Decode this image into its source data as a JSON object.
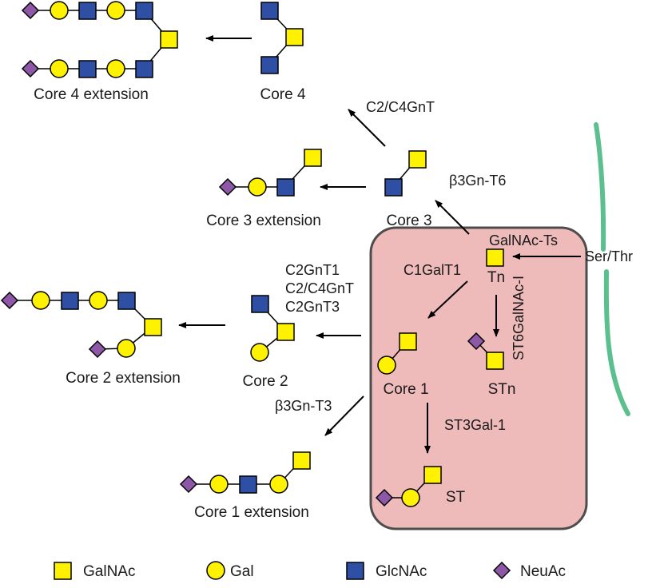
{
  "structures": {
    "core4_ext": "Core 4 extension",
    "core4": "Core 4",
    "core3_ext": "Core 3 extension",
    "core3": "Core 3",
    "core2_ext": "Core 2 extension",
    "core2": "Core 2",
    "core1": "Core 1",
    "core1_ext": "Core 1 extension",
    "tn": "Tn",
    "stn": "STn",
    "st": "ST"
  },
  "enzymes": {
    "c2c4gnt_top": "C2/C4GnT",
    "b3gnt6": "β3Gn-T6",
    "galnacts": "GalNAc-Ts",
    "c1galt1": "C1GalT1",
    "c2gnt1": "C2GnT1",
    "c2c4gnt_mid": "C2/C4GnT",
    "c2gnt3": "C2GnT3",
    "st6galnaci": "ST6GalNAc-I",
    "b3gnt3": "β3Gn-T3",
    "st3gal1": "ST3Gal-1"
  },
  "substrate": "Ser/Thr",
  "legend": {
    "galnac": "GalNAc",
    "gal": "Gal",
    "glcnac": "GlcNAc",
    "neuac": "NeuAc"
  },
  "colors": {
    "galnac": "#FFF200",
    "gal": "#FFF200",
    "glcnac": "#2E4FA3",
    "neuac": "#8E57A8",
    "golgi_fill": "#EFBABA",
    "golgi_stroke": "#4D4D4D",
    "membrane": "#5BC08E"
  },
  "icons": {
    "galnac": "yellow-square",
    "gal": "yellow-circle",
    "glcnac": "blue-square",
    "neuac": "purple-diamond"
  }
}
